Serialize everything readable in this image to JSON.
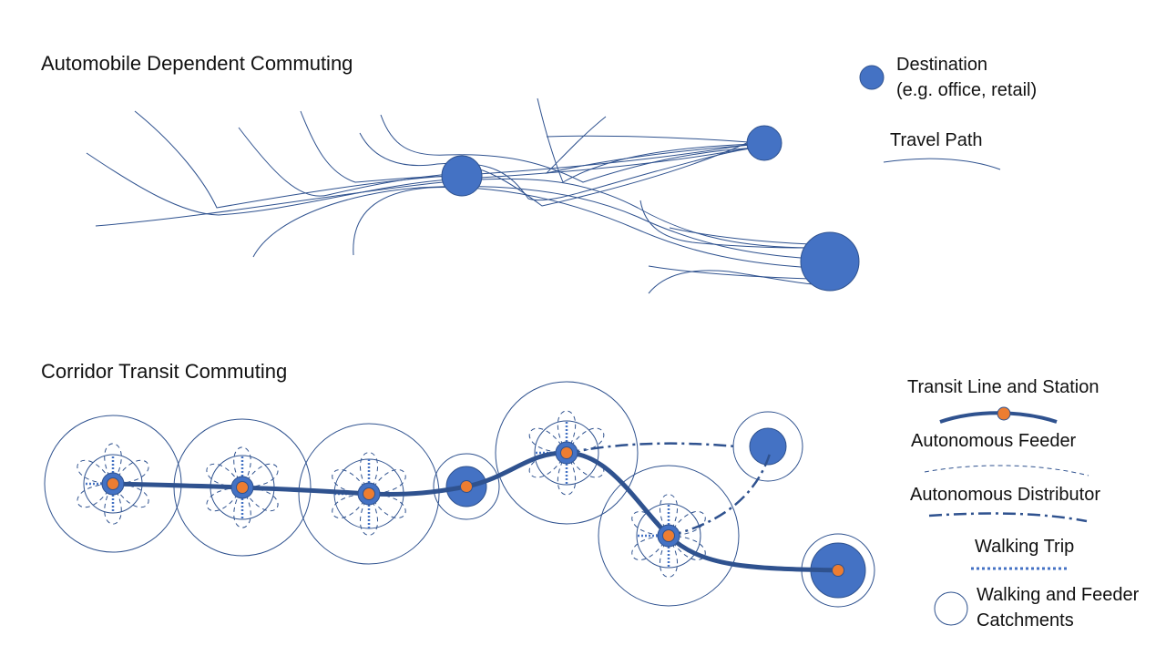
{
  "top_section": {
    "title": "Automobile Dependent Commuting"
  },
  "bottom_section": {
    "title": "Corridor Transit Commuting"
  },
  "legend": {
    "destination_line1": "Destination",
    "destination_line2": "(e.g. office, retail)",
    "travel_path": "Travel Path",
    "transit_line_and_station": "Transit Line and Station",
    "autonomous_feeder": "Autonomous Feeder",
    "autonomous_distributor": "Autonomous Distributor",
    "walking_trip": "Walking Trip",
    "catchments_line1": "Walking and Feeder",
    "catchments_line2": "Catchments"
  },
  "colors": {
    "destination_fill": "#4472c4",
    "destination_stroke": "#2f528f",
    "path_stroke": "#2f528f",
    "transit_line": "#2f528f",
    "station_fill": "#ed7d31",
    "walking_dot": "#4472c4"
  }
}
